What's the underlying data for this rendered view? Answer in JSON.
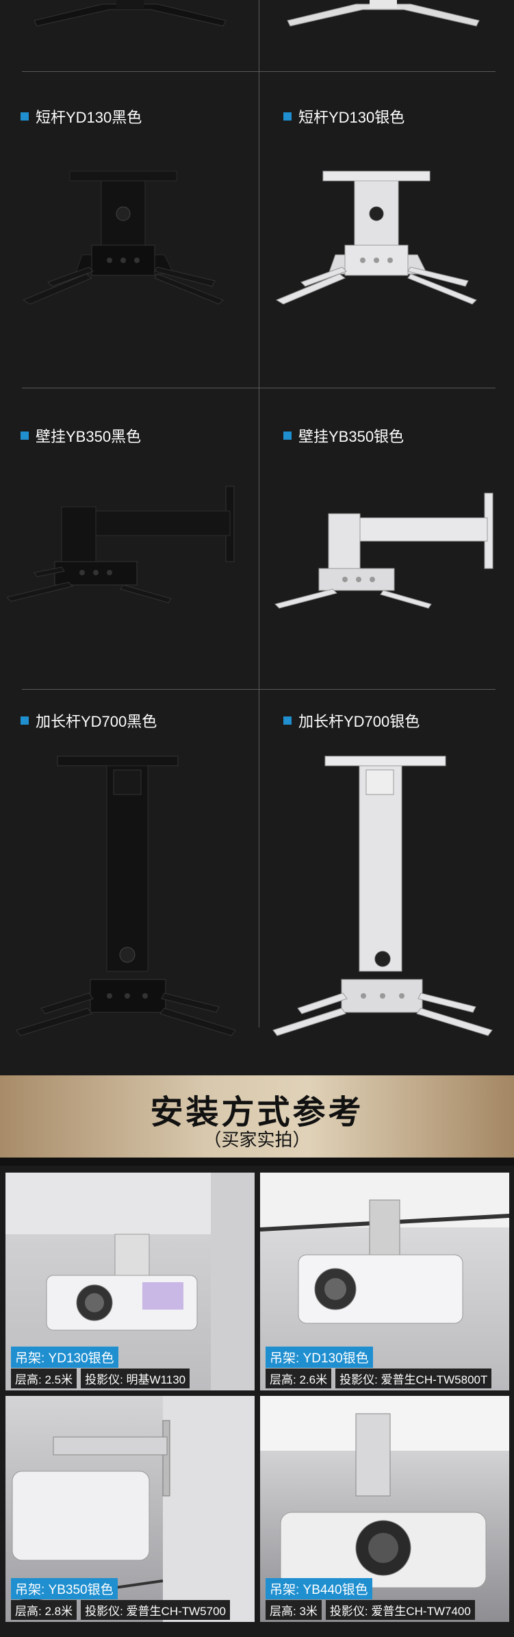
{
  "products": [
    {
      "label": "短杆YD130黑色",
      "color": "black"
    },
    {
      "label": "短杆YD130银色",
      "color": "silver"
    },
    {
      "label": "壁挂YB350黑色",
      "color": "black"
    },
    {
      "label": "壁挂YB350银色",
      "color": "silver"
    },
    {
      "label": "加长杆YD700黑色",
      "color": "black"
    },
    {
      "label": "加长杆YD700银色",
      "color": "silver"
    }
  ],
  "banner": {
    "title": "安装方式参考",
    "subtitle": "（买家实拍）"
  },
  "photos": [
    {
      "mount": "吊架: YD130银色",
      "height": "层高: 2.5米",
      "projector": "投影仪: 明基W1130"
    },
    {
      "mount": "吊架: YD130银色",
      "height": "层高: 2.6米",
      "projector": "投影仪: 爱普生CH-TW5800T"
    },
    {
      "mount": "吊架: YB350银色",
      "height": "层高: 2.8米",
      "projector": "投影仪: 爱普生CH-TW5700"
    },
    {
      "mount": "吊架: YB440银色",
      "height": "层高: 3米",
      "projector": "投影仪: 爱普生CH-TW7400"
    }
  ],
  "colors": {
    "accent": "#1f8fd0",
    "background": "#1b1b1c",
    "black_mount": "#151515",
    "silver_mount": "#e8e8ea"
  }
}
